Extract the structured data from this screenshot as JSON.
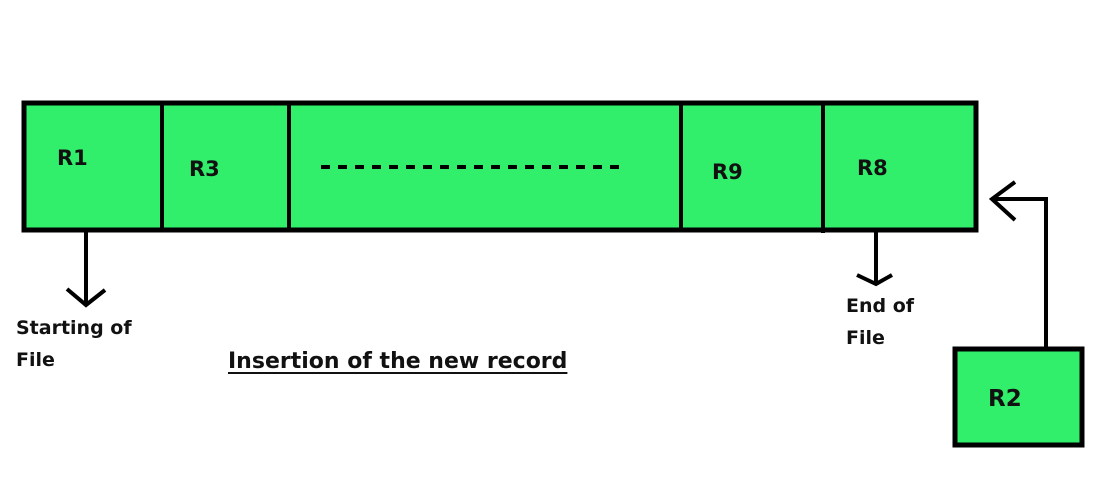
{
  "colors": {
    "record_fill": "#31ee6b",
    "stroke": "#000000",
    "text": "#111111"
  },
  "strip": {
    "records": [
      {
        "label": "R1"
      },
      {
        "label": "R3"
      },
      {
        "label": "",
        "placeholder": "ellipsis-dashes"
      },
      {
        "label": "R9"
      },
      {
        "label": "R8"
      }
    ]
  },
  "new_record": {
    "label": "R2"
  },
  "annotations": {
    "start_line1": "Starting of",
    "start_line2": "File",
    "end_line1": "End of",
    "end_line2": "File"
  },
  "title": "Insertion of the new record"
}
